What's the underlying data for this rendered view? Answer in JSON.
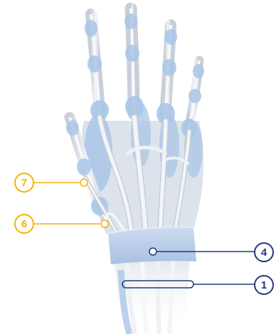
{
  "illustration": {
    "subject": "hand-tendons-dorsal-view",
    "colors": {
      "bone": "#e6e9ee",
      "tendon": "#f3f5f8",
      "tendon_shadow": "#c8ced8",
      "sheath": "#a9c6e6",
      "retinaculum": "#b7cde9",
      "gold": "#f5b400",
      "navy": "#1f3a7a"
    }
  },
  "callouts": [
    {
      "id": "7",
      "label": "7",
      "color": "gold"
    },
    {
      "id": "6",
      "label": "6",
      "color": "gold"
    },
    {
      "id": "4",
      "label": "4",
      "color": "navy"
    },
    {
      "id": "1",
      "label": "1",
      "color": "navy"
    }
  ]
}
